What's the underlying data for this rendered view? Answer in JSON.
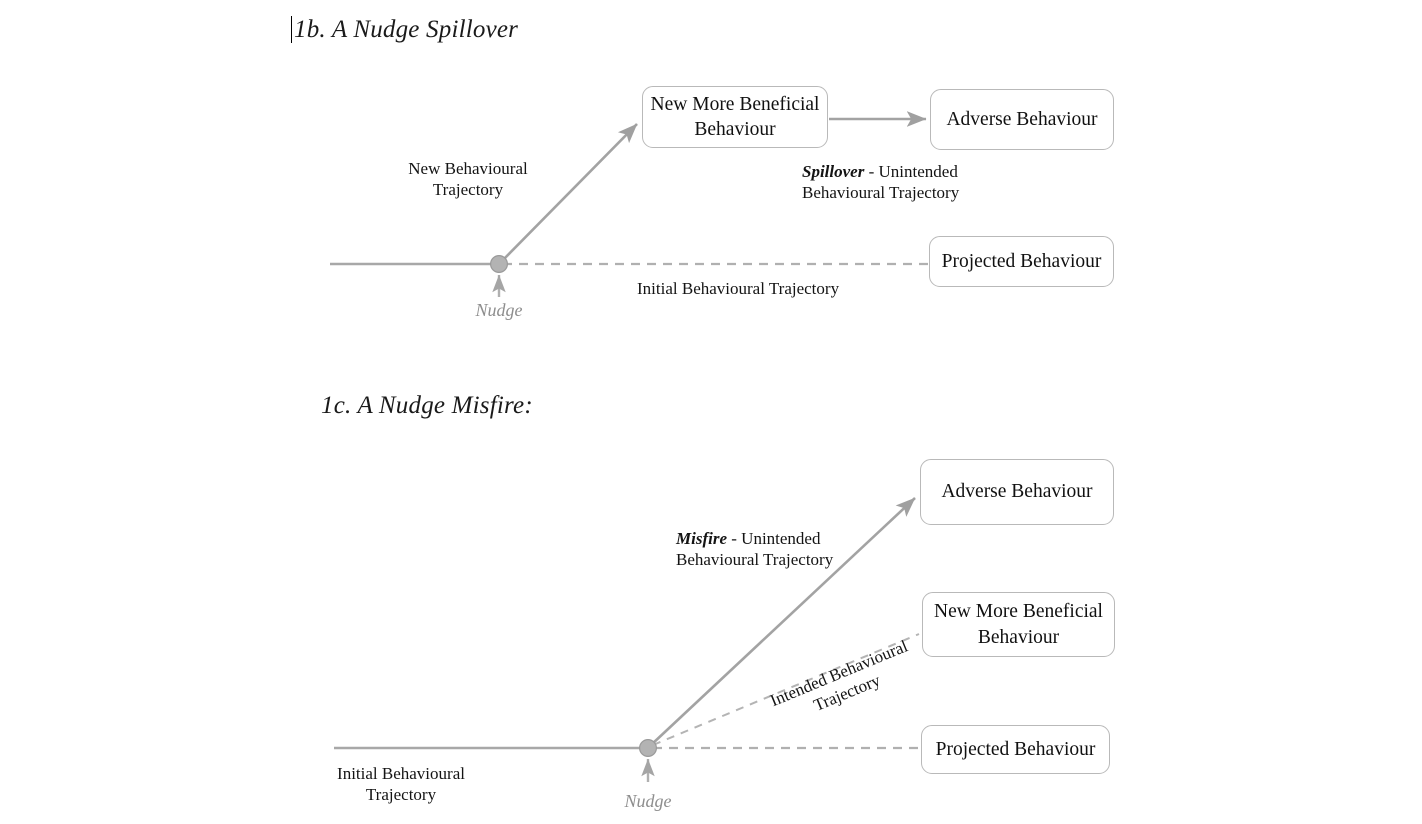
{
  "page": {
    "background": "#ffffff",
    "line_color": "#a8a8a8",
    "box_border_color": "#b9b9b9",
    "node_dot_color": "#aaaaaa",
    "nudge_label_color": "#8e8e8e",
    "text_color": "#111111"
  },
  "figures": [
    {
      "id": "1b",
      "title": "1b. A Nudge Spillover",
      "has_caret": true,
      "boxes": [
        {
          "name": "new-more-beneficial-behaviour",
          "label": "New More Beneficial\nBehaviour",
          "line1": "New More Beneficial",
          "line2": "Behaviour"
        },
        {
          "name": "adverse-behaviour",
          "label": "Adverse Behaviour",
          "line1": "Adverse Behaviour",
          "line2": ""
        },
        {
          "name": "projected-behaviour",
          "label": "Projected Behaviour",
          "line1": "Projected Behaviour",
          "line2": ""
        }
      ],
      "labels": {
        "new_trajectory_line1": "New Behavioural",
        "new_trajectory_line2": "Trajectory",
        "spillover_emph": "Spillover",
        "spillover_rest": " - Unintended",
        "spillover_line2": "Behavioural Trajectory",
        "initial_trajectory": "Initial Behavioural Trajectory",
        "nudge": "Nudge"
      }
    },
    {
      "id": "1c",
      "title": "1c. A Nudge Misfire:",
      "has_caret": false,
      "boxes": [
        {
          "name": "adverse-behaviour",
          "label": "Adverse Behaviour",
          "line1": "Adverse Behaviour",
          "line2": ""
        },
        {
          "name": "new-more-beneficial-behaviour",
          "label": "New More Beneficial\nBehaviour",
          "line1": "New More Beneficial",
          "line2": "Behaviour"
        },
        {
          "name": "projected-behaviour",
          "label": "Projected Behaviour",
          "line1": "Projected Behaviour",
          "line2": ""
        }
      ],
      "labels": {
        "misfire_emph": "Misfire",
        "misfire_rest": " - Unintended",
        "misfire_line2": "Behavioural Trajectory",
        "intended_line1": "Intended Behavioural",
        "intended_line2": "Trajectory",
        "initial_line1": "Initial Behavioural",
        "initial_line2": "Trajectory",
        "nudge": "Nudge"
      }
    }
  ]
}
